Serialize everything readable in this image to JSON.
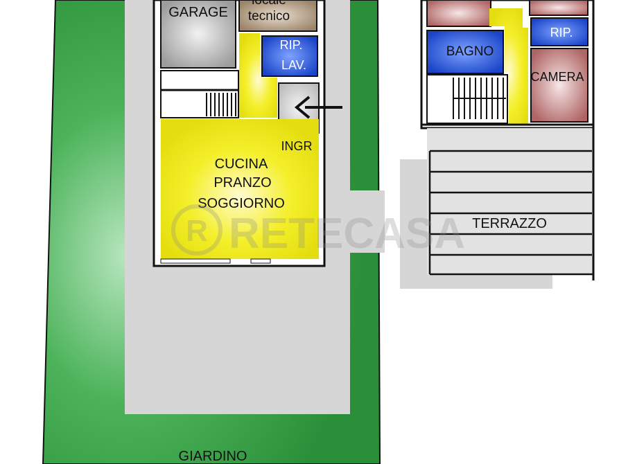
{
  "plan": {
    "rooms": {
      "garage": "GARAGE",
      "locale_tecnico_line1": "locale",
      "locale_tecnico_line2": "tecnico",
      "rip_lav_line1": "RIP.",
      "rip_lav_line2": "LAV.",
      "ingresso": "INGR",
      "cucina_line1": "CUCINA",
      "cucina_line2": "PRANZO",
      "cucina_line3": "SOGGIORNO",
      "giardino": "GIARDINO",
      "bagno": "BAGNO",
      "rip": "RIP.",
      "camera": "CAMERA",
      "terrazzo": "TERRAZZO"
    },
    "watermark": "RETECASA",
    "colors": {
      "garden": "#2f9a3e",
      "garden_light": "#8fd49a",
      "paving": "#d4d4d4",
      "kitchen": "#f2ee1a",
      "garage": "#a9a9a9",
      "technical": "#a68f77",
      "storage": "#1f4fcf",
      "bath": "#1f4fcf",
      "bedroom": "#b86f6f",
      "walls": "#111111"
    },
    "icons": {
      "entrance_arrow": "arrow-left-icon",
      "stairs": "stairs-icon"
    }
  }
}
